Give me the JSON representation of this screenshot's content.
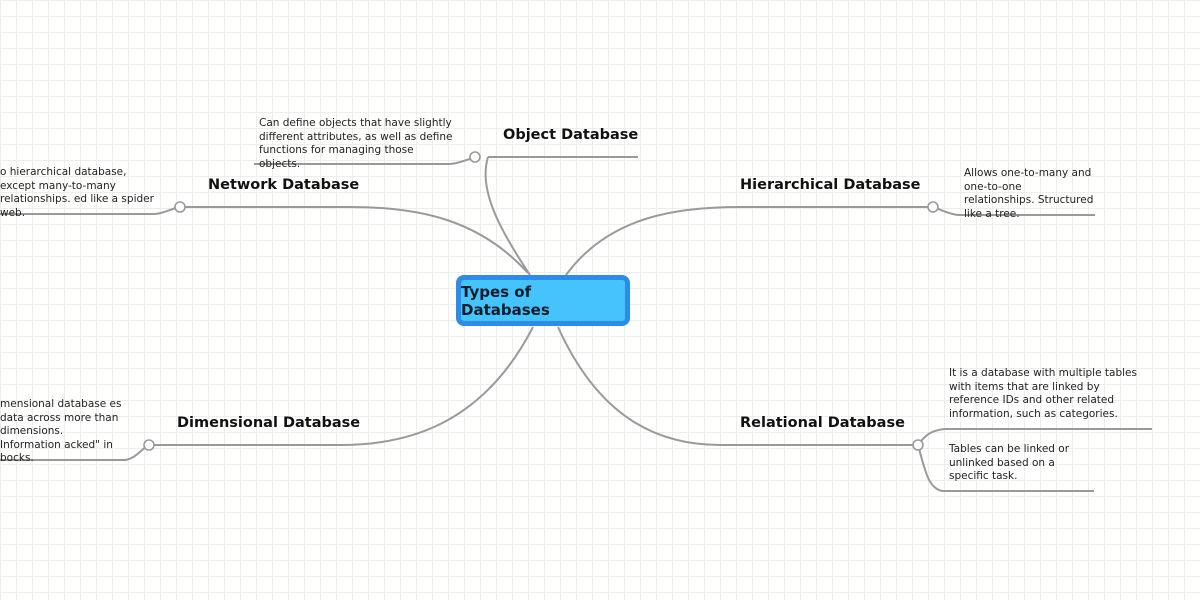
{
  "central": {
    "label": "Types of Databases"
  },
  "branches": {
    "object": {
      "title": "Object Database",
      "note": "Can define objects that have slightly different attributes, as well as define functions for managing those objects."
    },
    "network": {
      "title": "Network Database",
      "note": "o hierarchical database, except many-to-many relationships. ed like a spider web."
    },
    "hierarchical": {
      "title": "Hierarchical Database",
      "note": "Allows one-to-many and one-to-one relationships. Structured like a tree."
    },
    "dimensional": {
      "title": "Dimensional Database",
      "note": "mensional database es data across more than dimensions. Information acked\" in bocks."
    },
    "relational": {
      "title": "Relational Database",
      "note_1": "It is a database with multiple tables with items that are linked by reference IDs and other related information, such as categories.",
      "note_2": "Tables can be linked or unlinked based on a specific task."
    }
  }
}
